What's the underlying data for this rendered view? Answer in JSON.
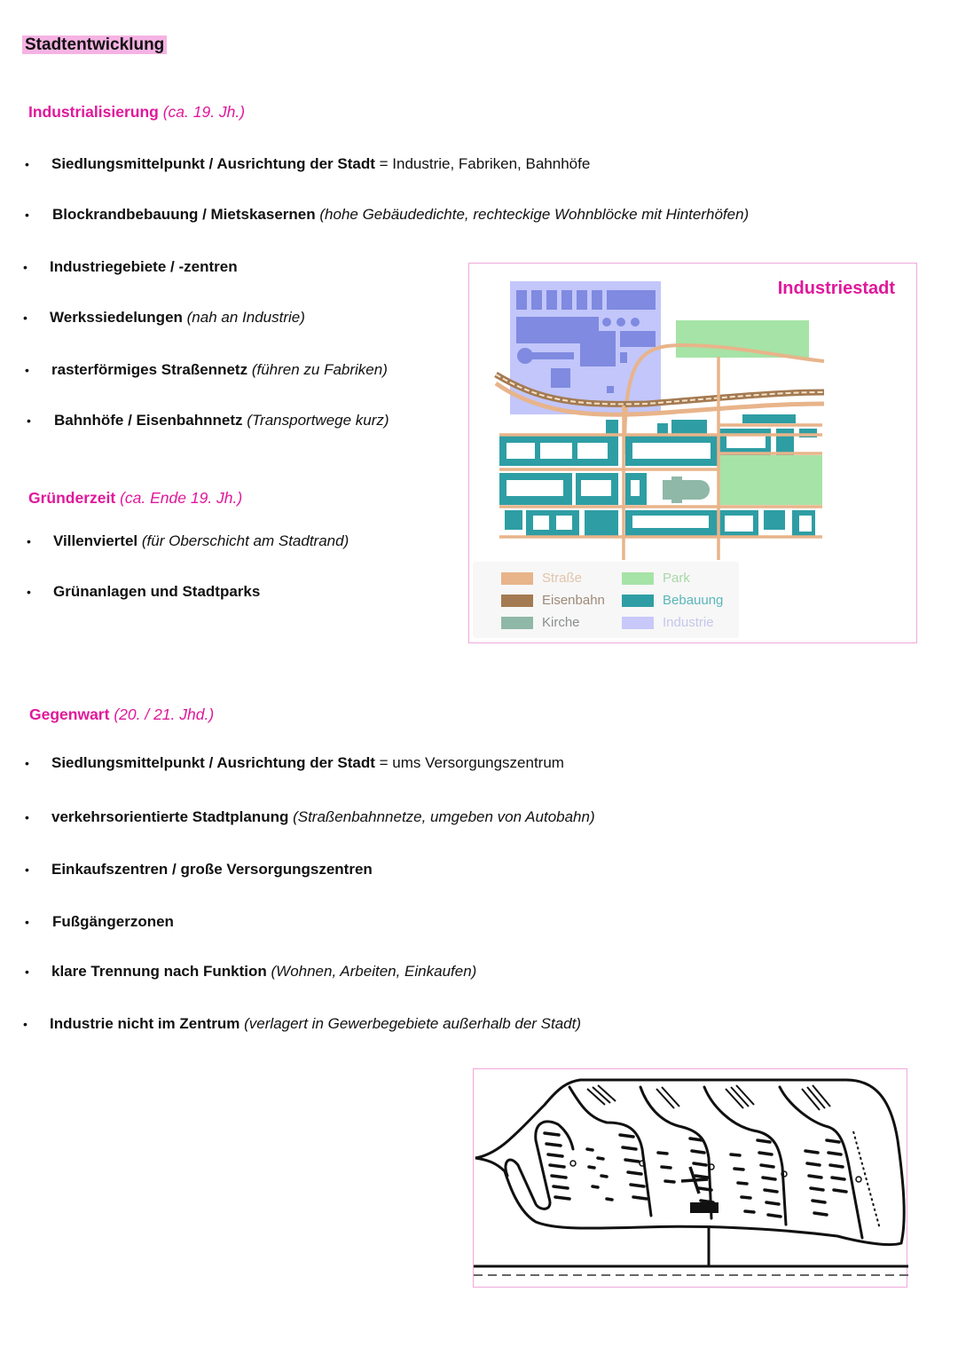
{
  "page": {
    "title": "Stadtentwicklung"
  },
  "sections": [
    {
      "heading": "Industrialisierung",
      "era": "(ca. 19. Jh.)",
      "bullets": [
        {
          "bold": "Siedlungsmittelpunkt / Ausrichtung der Stadt",
          "normal": " = Industrie, Fabriken, Bahnhöfe",
          "italic": ""
        },
        {
          "bold": "Blockrandbebauung / Mietskasernen",
          "normal": " ",
          "italic": "(hohe Gebäudedichte, rechteckige Wohnblöcke mit Hinterhöfen)"
        },
        {
          "bold": "Industriegebiete / -zentren",
          "normal": "",
          "italic": ""
        },
        {
          "bold": "Werkssiedelungen",
          "normal": " ",
          "italic": "(nah an Industrie)"
        },
        {
          "bold": "rasterförmiges Straßennetz",
          "normal": " ",
          "italic": "(führen zu Fabriken)"
        },
        {
          "bold": "Bahnhöfe / Eisenbahnnetz",
          "normal": " ",
          "italic": "(Transportwege kurz)"
        }
      ]
    },
    {
      "heading": "Gründerzeit",
      "era": "(ca. Ende 19. Jh.)",
      "bullets": [
        {
          "bold": "Villenviertel",
          "normal": " ",
          "italic": "(für Oberschicht am Stadtrand)"
        },
        {
          "bold": "Grünanlagen und Stadtparks",
          "normal": "",
          "italic": ""
        }
      ]
    },
    {
      "heading": "Gegenwart",
      "era": "(20. / 21. Jhd.)",
      "bullets": [
        {
          "bold": "Siedlungsmittelpunkt / Ausrichtung der Stadt",
          "normal": " = ums Versorgungszentrum",
          "italic": ""
        },
        {
          "bold": "verkehrsorientierte Stadtplanung",
          "normal": " ",
          "italic": "(Straßenbahnnetze, umgeben von Autobahn)"
        },
        {
          "bold": "Einkaufszentren / große Versorgungszentren",
          "normal": "",
          "italic": ""
        },
        {
          "bold": "Fußgängerzonen",
          "normal": "",
          "italic": ""
        },
        {
          "bold": "klare Trennung nach Funktion",
          "normal": " ",
          "italic": "(Wohnen, Arbeiten, Einkaufen)"
        },
        {
          "bold": "Industrie nicht im Zentrum",
          "normal": " ",
          "italic": "(verlagert in Gewerbegebiete außerhalb der Stadt)"
        }
      ]
    }
  ],
  "bullet_glyph": "•",
  "figure_industrial": {
    "title": "Industriestadt",
    "legend": [
      {
        "label": "Straße",
        "color": "#e8b48a",
        "text_color": "#e2c4ab"
      },
      {
        "label": "Eisenbahn",
        "color": "#a47a52",
        "text_color": "#9d8a78"
      },
      {
        "label": "Kirche",
        "color": "#8fb8a8",
        "text_color": "#8a8f8d"
      },
      {
        "label": "Park",
        "color": "#a6e3a6",
        "text_color": "#a8d8a8"
      },
      {
        "label": "Bebauung",
        "color": "#2e9ea4",
        "text_color": "#5ab6bb"
      },
      {
        "label": "Industrie",
        "color": "#c8c8fa",
        "text_color": "#c6c6ec"
      }
    ]
  },
  "figure_modern": {
    "description": "Moderne Stadtplan-Skizze"
  },
  "colors": {
    "accent": "#e0189b",
    "highlight": "#f5b3e3",
    "frame": "#f0a8dc"
  }
}
